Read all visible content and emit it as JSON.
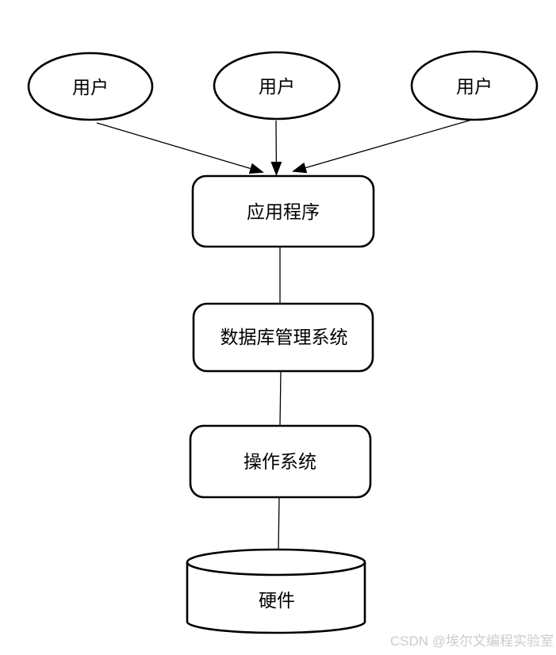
{
  "diagram": {
    "type": "layered-architecture",
    "users": [
      {
        "label": "用户"
      },
      {
        "label": "用户"
      },
      {
        "label": "用户"
      }
    ],
    "nodes": {
      "application": {
        "label": "应用程序",
        "shape": "rounded-rect"
      },
      "dbms": {
        "label": "数据库管理系统",
        "shape": "rounded-rect"
      },
      "os": {
        "label": "操作系统",
        "shape": "rounded-rect"
      },
      "hardware": {
        "label": "硬件",
        "shape": "cylinder"
      }
    },
    "edges": [
      {
        "from": "user-1",
        "to": "application",
        "type": "arrow"
      },
      {
        "from": "user-2",
        "to": "application",
        "type": "arrow"
      },
      {
        "from": "user-3",
        "to": "application",
        "type": "arrow"
      },
      {
        "from": "application",
        "to": "dbms",
        "type": "line"
      },
      {
        "from": "dbms",
        "to": "os",
        "type": "line"
      },
      {
        "from": "os",
        "to": "hardware",
        "type": "line"
      }
    ],
    "watermark": {
      "text": "CSDN @埃尔文编程实验室",
      "color": "#cbcbcb"
    },
    "colors": {
      "stroke": "#000000",
      "fill": "#ffffff",
      "text": "#000000",
      "background": "#ffffff"
    }
  }
}
